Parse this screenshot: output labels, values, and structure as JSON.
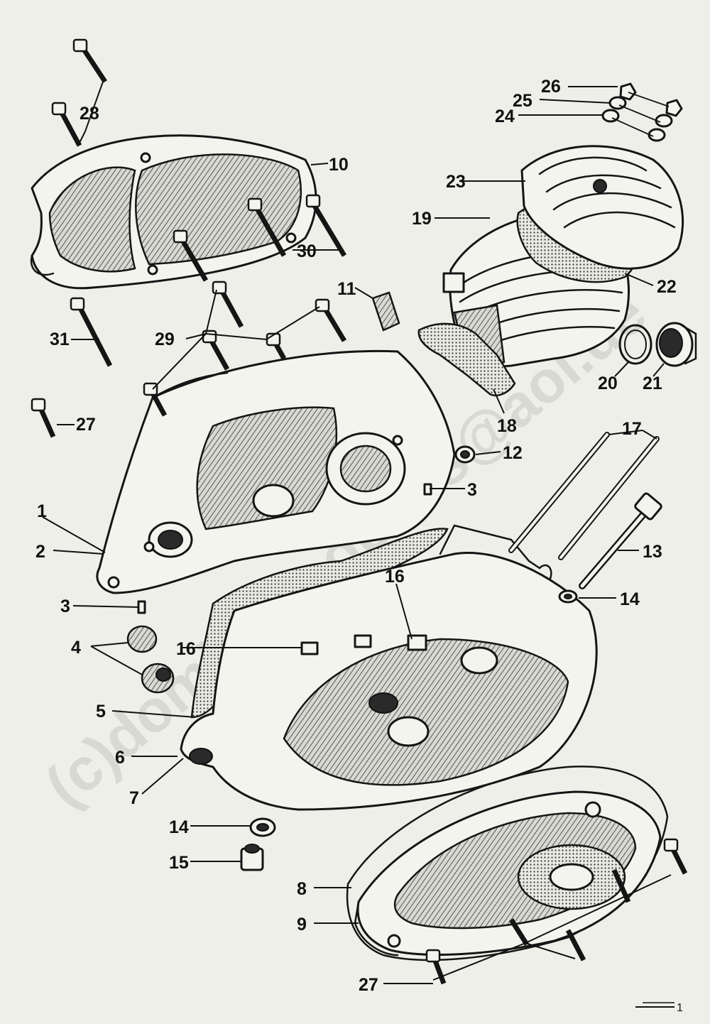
{
  "watermark": "(c)dominikmopeds@aol.de",
  "callouts": {
    "c1": "1",
    "c2": "2",
    "c3a": "3",
    "c3b": "3",
    "c4": "4",
    "c5": "5",
    "c6": "6",
    "c7": "7",
    "c8": "8",
    "c9": "9",
    "c10": "10",
    "c11": "11",
    "c12": "12",
    "c13": "13",
    "c14a": "14",
    "c14b": "14",
    "c15": "15",
    "c16a": "16",
    "c16b": "16",
    "c17": "17",
    "c18": "18",
    "c19": "19",
    "c20": "20",
    "c21": "21",
    "c22": "22",
    "c23": "23",
    "c24": "24",
    "c25": "25",
    "c26": "26",
    "c27a": "27",
    "c27b": "27",
    "c28": "28",
    "c29": "29",
    "c30": "30",
    "c31": "31"
  },
  "page_marker": "1"
}
